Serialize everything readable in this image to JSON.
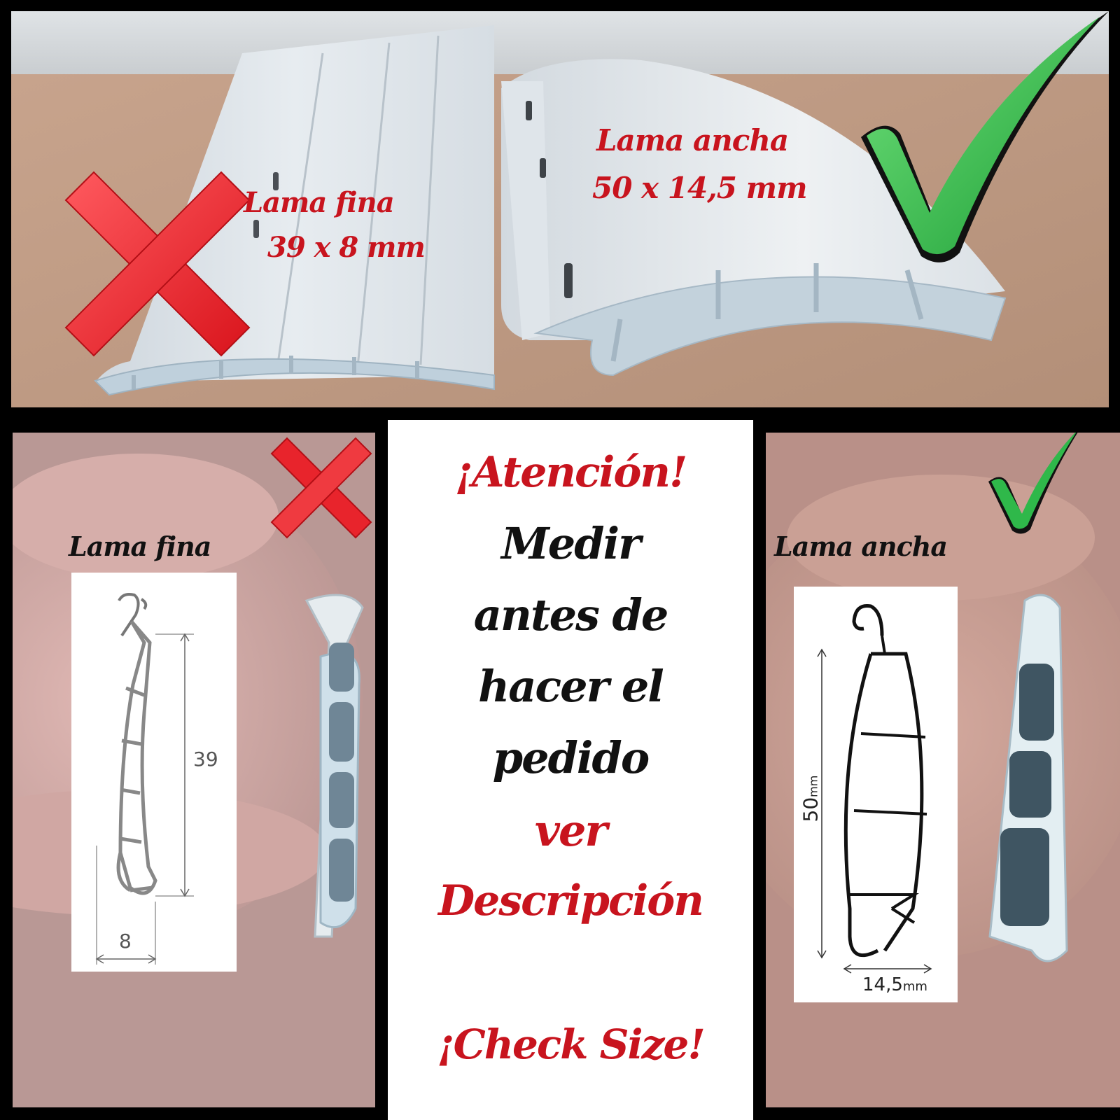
{
  "top": {
    "fina_name": "Lama fina",
    "fina_size": "39 x 8 mm",
    "ancha_name": "Lama ancha",
    "ancha_size": "50 x 14,5 mm"
  },
  "bottom_left": {
    "label": "Lama fina",
    "dim_height": "39",
    "dim_width": "8"
  },
  "bottom_right": {
    "label": "Lama ancha",
    "dim_height": "50",
    "dim_height_unit": "mm",
    "dim_width": "14,5",
    "dim_width_unit": "mm"
  },
  "center": {
    "line1": "¡Atención!",
    "line2": "Medir",
    "line3": "antes de",
    "line4": "hacer el",
    "line5": "pedido",
    "line6": "ver",
    "line7": "Descripción",
    "line8": "¡Check Size!"
  },
  "colors": {
    "accent_red": "#c8141e",
    "check_green": "#2fb84a",
    "cross_red": "#e8242c"
  }
}
